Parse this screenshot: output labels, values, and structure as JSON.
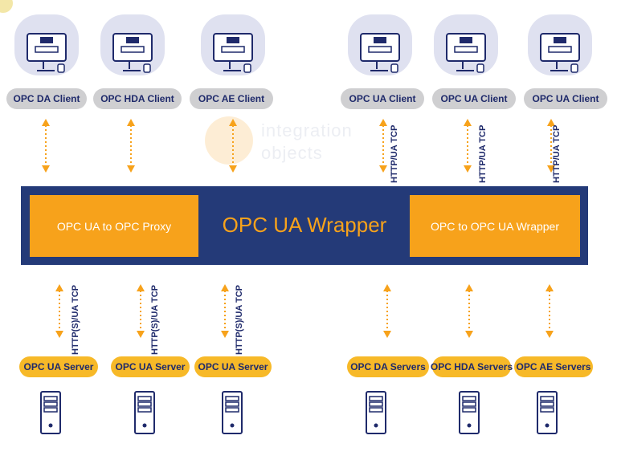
{
  "diagram": {
    "center_title": "OPC UA Wrapper",
    "left_box": "OPC UA to OPC Proxy",
    "right_box": "OPC to OPC UA Wrapper",
    "top_clients": [
      "OPC DA Client",
      "OPC HDA Client",
      "OPC AE Client",
      "OPC UA Client",
      "OPC UA Client",
      "OPC UA Client"
    ],
    "bottom_servers": [
      "OPC UA Server",
      "OPC UA Server",
      "OPC UA Server",
      "OPC DA Servers",
      "OPC HDA Servers",
      "OPC AE Servers"
    ],
    "top_protocol": "HTTP/UA TCP",
    "bottom_protocol": "HTTP(S)/UA TCP",
    "watermark_line1": "integration",
    "watermark_line2": "objects"
  },
  "colors": {
    "navy": "#243a78",
    "orange": "#f7a21b",
    "yellow": "#f7b928",
    "gray_pill": "#cfcfd1",
    "icon_bg": "#dfe1f0",
    "text_dark": "#1f2a6b"
  }
}
